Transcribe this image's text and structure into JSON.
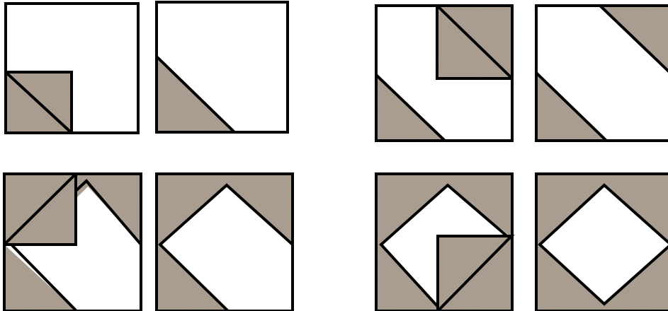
{
  "diagram": {
    "description_free": true,
    "colors": {
      "background": "#ffffff",
      "stroke": "#000000",
      "texture_base": "#a79889",
      "texture_dark": "#6f6255",
      "texture_light": "#d9d0c5"
    },
    "groups": [
      {
        "name": "left-group",
        "blocks": [
          "block-left-top-1",
          "block-left-top-2",
          "block-left-bottom-1",
          "block-left-bottom-2"
        ]
      },
      {
        "name": "right-group",
        "blocks": [
          "block-right-top-1",
          "block-right-top-2",
          "block-right-bottom-1",
          "block-right-bottom-2"
        ]
      }
    ]
  }
}
